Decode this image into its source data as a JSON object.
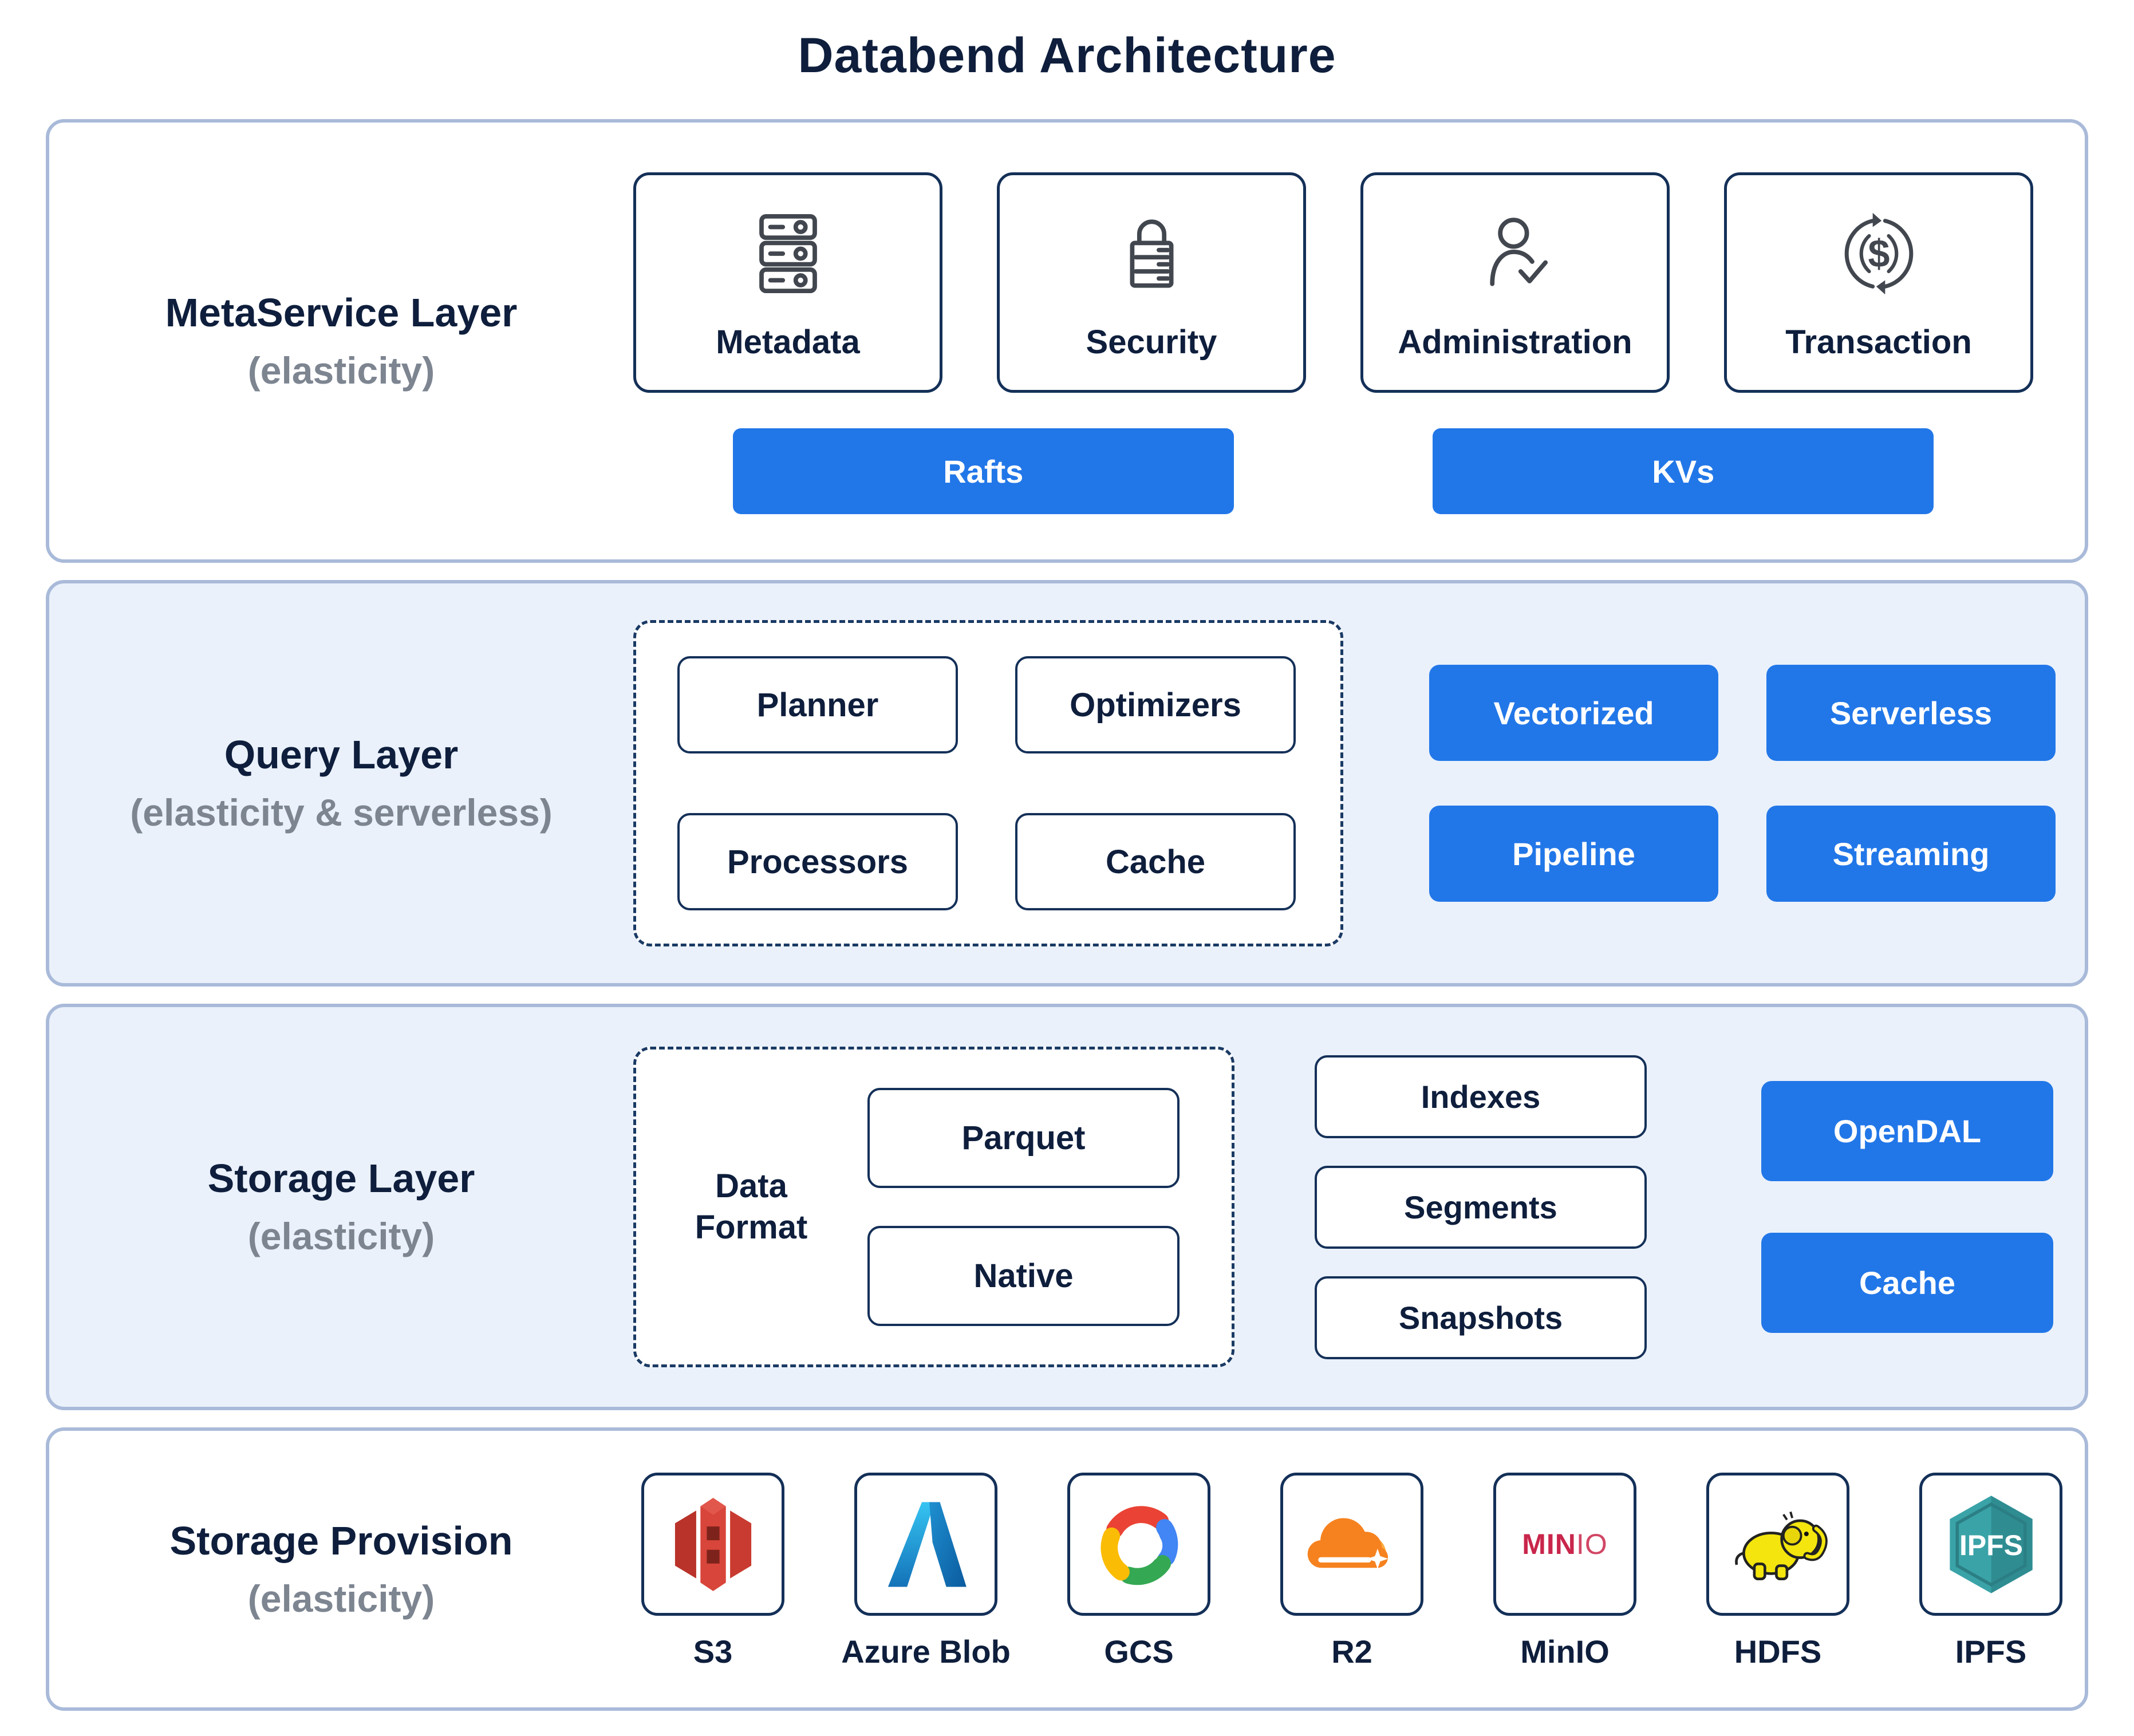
{
  "title": "Databend Architecture",
  "colors": {
    "accent_blue": "#2277e8",
    "navy_text": "#0e1e3c",
    "card_border": "#143058",
    "section_border": "#a9bad9",
    "section_bg_tint": "#eaf1fb",
    "gray_sub": "#7d8591",
    "s3_red": "#c63a2f",
    "azure_blue": "#2aa5e2",
    "cloudflare_orange": "#f6821f",
    "minio_red": "#c9264b",
    "hadoop_yellow": "#f3e50d",
    "ipfs_teal": "#3aa3a8"
  },
  "metaservice": {
    "label": "MetaService Layer",
    "sub": "(elasticity)",
    "cards": [
      {
        "label": "Metadata",
        "icon": "server-stack-icon"
      },
      {
        "label": "Security",
        "icon": "lock-icon"
      },
      {
        "label": "Administration",
        "icon": "user-check-icon"
      },
      {
        "label": "Transaction",
        "icon": "dollar-cycle-icon"
      }
    ],
    "buttons": [
      {
        "label": "Rafts"
      },
      {
        "label": "KVs"
      }
    ]
  },
  "query": {
    "label": "Query Layer",
    "sub": "(elasticity & serverless)",
    "boxes": [
      {
        "label": "Planner"
      },
      {
        "label": "Optimizers"
      },
      {
        "label": "Processors"
      },
      {
        "label": "Cache"
      }
    ],
    "buttons": [
      {
        "label": "Vectorized"
      },
      {
        "label": "Serverless"
      },
      {
        "label": "Pipeline"
      },
      {
        "label": "Streaming"
      }
    ]
  },
  "storage": {
    "label": "Storage Layer",
    "sub": "(elasticity)",
    "data_format": {
      "line1": "Data",
      "line2": "Format",
      "boxes": [
        {
          "label": "Parquet"
        },
        {
          "label": "Native"
        }
      ]
    },
    "boxes": [
      {
        "label": "Indexes"
      },
      {
        "label": "Segments"
      },
      {
        "label": "Snapshots"
      }
    ],
    "buttons": [
      {
        "label": "OpenDAL"
      },
      {
        "label": "Cache"
      }
    ]
  },
  "provision": {
    "label": "Storage Provision",
    "sub": "(elasticity)",
    "providers": [
      {
        "label": "S3",
        "icon": "s3-icon"
      },
      {
        "label": "Azure Blob",
        "icon": "azure-icon"
      },
      {
        "label": "GCS",
        "icon": "gcs-icon"
      },
      {
        "label": "R2",
        "icon": "cloudflare-icon"
      },
      {
        "label": "MinIO",
        "icon": "minio-icon",
        "logo_bold": "MIN",
        "logo_light": "IO"
      },
      {
        "label": "HDFS",
        "icon": "hadoop-elephant-icon"
      },
      {
        "label": "IPFS",
        "icon": "ipfs-icon",
        "logo_text": "IPFS"
      }
    ]
  }
}
